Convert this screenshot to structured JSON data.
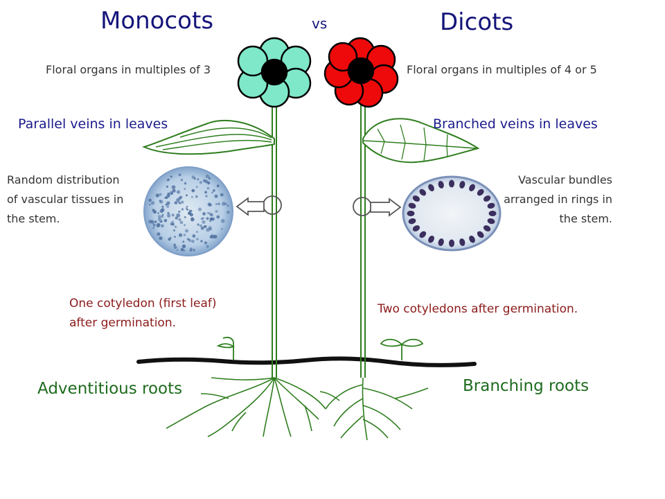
{
  "titles": {
    "left": "Monocots",
    "vs": "vs",
    "right": "Dicots"
  },
  "flowers": {
    "left_note": "Floral organs in multiples of 3",
    "right_note": "Floral organs in multiples of 4 or 5",
    "colors": {
      "monocot_petal": "#7ee8c8",
      "dicot_petal": "#ee0a0a",
      "center": "#000000"
    }
  },
  "leaves": {
    "left": "Parallel veins in leaves",
    "right": "Branched veins in leaves"
  },
  "stems": {
    "left": [
      "Random distribution",
      "of vascular tissues in",
      "the stem."
    ],
    "right": [
      "Vascular bundles",
      "arranged in rings in",
      "the stem."
    ]
  },
  "cotyledons": {
    "left": [
      "One cotyledon (first leaf)",
      "after germination."
    ],
    "right": "Two cotyledons after germination."
  },
  "roots": {
    "left": "Adventitious roots",
    "right": "Branching roots"
  },
  "colors": {
    "title": "#14147a",
    "green_text": "#1e6b1e",
    "stem": "#2e7d1e",
    "soil": "#111111"
  }
}
